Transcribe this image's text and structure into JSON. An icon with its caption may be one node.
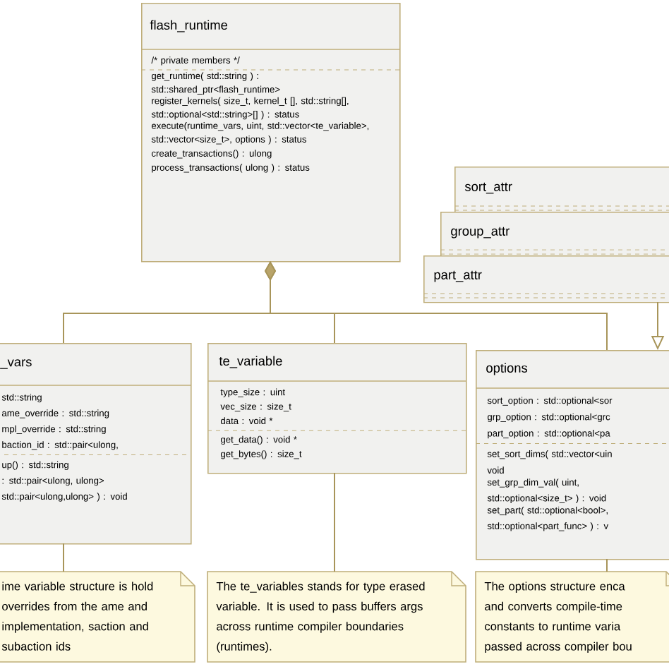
{
  "diagram": {
    "nodes": [
      {
        "text": [
          "flash_runtime",
          "/* private members */",
          "get_runtime( std::string ) : std::shared_ptr<flash_runtime>",
          "register_kernels( size_t, kernel_t [], std::string[], std::optional<std::string>[] ) : status",
          "execute(runtime_vars, uint, std::vector<te_variable>, std::vector<size_t>, options ) : status",
          "create_transactions() : ulong",
          "process_transactions( ulong ) : status"
        ]
      },
      {
        "text": [
          "sort_attr"
        ]
      },
      {
        "text": [
          "group_attr"
        ]
      },
      {
        "text": [
          "part_attr"
        ]
      },
      {
        "text": [
          "_vars",
          "std::string",
          "ame_override : std::string",
          "mpl_override : std::string",
          "baction_id : std::pair<ulong,",
          "up() : std::string",
          ": std::pair<ulong, ulong>",
          "std::pair<ulong,ulong> ) : void"
        ]
      },
      {
        "text": [
          "te_variable",
          "type_size : uint",
          "vec_size : size_t",
          "data : void *",
          "get_data() : void *",
          "get_bytes() : size_t"
        ]
      },
      {
        "text": [
          "options",
          "sort_option : std::optional<sor",
          "grp_option : std::optional<grc",
          "part_option : std::optional<pa",
          "set_sort_dims( std::vector<uin",
          "void",
          "set_grp_dim_val( uint, std::optional<size_t> ) : void",
          "set_part( std::optional<bool>, std::optional<part_func> ) : v"
        ]
      },
      {
        "text": [
          "ime variable structure is hold overrides from the ame and implementation, saction and subaction ids"
        ]
      },
      {
        "text": [
          "The te_variables stands for type erased variable. It is used to pass buffers args across runtime compiler boundaries (runtimes)."
        ]
      },
      {
        "text": [
          "The options structure enca and converts compile-time constants to runtime varia passed across compiler bou"
        ]
      }
    ],
    "edges": [
      {
        "from": 0,
        "to": 4,
        "arrow": "other"
      },
      {
        "from": 0,
        "to": 5,
        "arrow": "other"
      },
      {
        "from": 0,
        "to": 6,
        "arrow": "other"
      },
      {
        "from": 3,
        "to": 6,
        "arrow": "to"
      },
      {
        "from": 4,
        "to": 7,
        "arrow": "none"
      },
      {
        "from": 5,
        "to": 8,
        "arrow": "none"
      },
      {
        "from": 6,
        "to": 9,
        "arrow": "none"
      }
    ]
  }
}
